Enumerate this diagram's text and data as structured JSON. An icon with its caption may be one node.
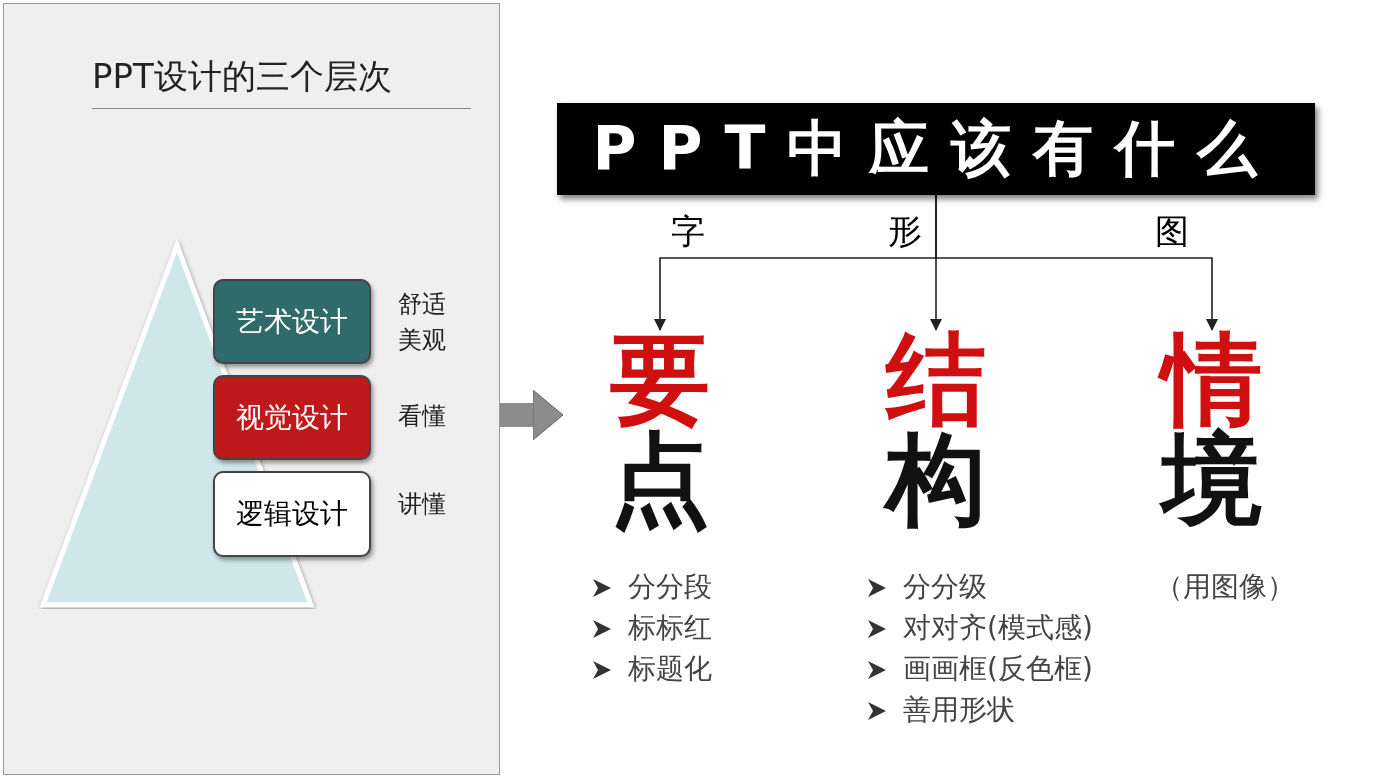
{
  "diagram": {
    "nodes": [
      {
        "text": [
          "PPT设计的三个层次"
        ]
      },
      {
        "text": [],
        "shape": "triangle",
        "in": 0
      },
      {
        "text": [
          "艺术设计"
        ],
        "in": 0,
        "beside": [
          "舒适美观"
        ]
      },
      {
        "text": [
          "视觉设计"
        ],
        "in": 0,
        "beside": [
          "看懂"
        ]
      },
      {
        "text": [
          "逻辑设计"
        ],
        "in": 0,
        "beside": [
          "讲懂"
        ]
      },
      {
        "text": [
          "PPT中应该有什么"
        ]
      },
      {
        "text": [
          "要",
          "点"
        ],
        "beside": [
          "分分段",
          "标标红",
          "标题化"
        ]
      },
      {
        "text": [
          "结",
          "构"
        ],
        "beside": [
          "分分级",
          "对对齐(模式感)",
          "画画框(反色框)",
          "善用形状"
        ]
      },
      {
        "text": [
          "情",
          "境"
        ],
        "beside": [
          "（用图像）"
        ]
      }
    ],
    "edges": [
      {
        "from": 0,
        "to": 6,
        "arrow": "to",
        "style": "thick",
        "color": "#8c8c8c"
      },
      {
        "from": 5,
        "to": 6,
        "arrow": "to",
        "label": "字"
      },
      {
        "from": 5,
        "to": 7,
        "arrow": "to",
        "label": "形"
      },
      {
        "from": 5,
        "to": 8,
        "arrow": "to",
        "label": "图"
      }
    ]
  }
}
